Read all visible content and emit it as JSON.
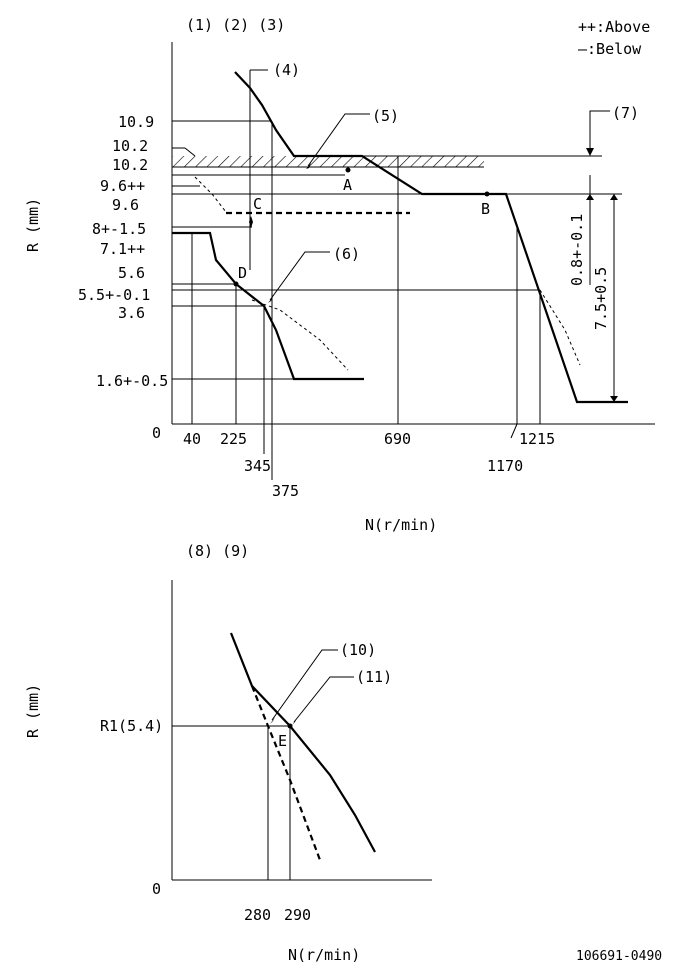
{
  "top": {
    "header": "(1) (2) (3)",
    "legend_above": "++:Above",
    "legend_below": "—:Below",
    "ylabel": "R (mm)",
    "xlabel": "N(r/min)",
    "origin": "0",
    "yticks": [
      "10.9",
      "10.2",
      "10.2",
      "9.6++",
      "9.6",
      "8+-1.5",
      "7.1++",
      "5.6",
      "5.5+-0.1",
      "3.6",
      "1.6+-0.5"
    ],
    "xticks": [
      "40",
      "225",
      "345",
      "375",
      "690",
      "1170",
      "1215"
    ],
    "callouts": [
      "(4)",
      "(5)",
      "(6)",
      "(7)"
    ],
    "points": [
      "A",
      "B",
      "C",
      "D"
    ],
    "dims": [
      "0.8+-0.1",
      "7.5+0.5"
    ]
  },
  "bottom": {
    "header": "(8) (9)",
    "ylabel": "R (mm)",
    "xlabel": "N(r/min)",
    "origin": "0",
    "ytick": "R1(5.4)",
    "xticks": [
      "280",
      "290"
    ],
    "callouts": [
      "(10)",
      "(11)"
    ],
    "point": "E"
  },
  "footer": "106691-0490"
}
